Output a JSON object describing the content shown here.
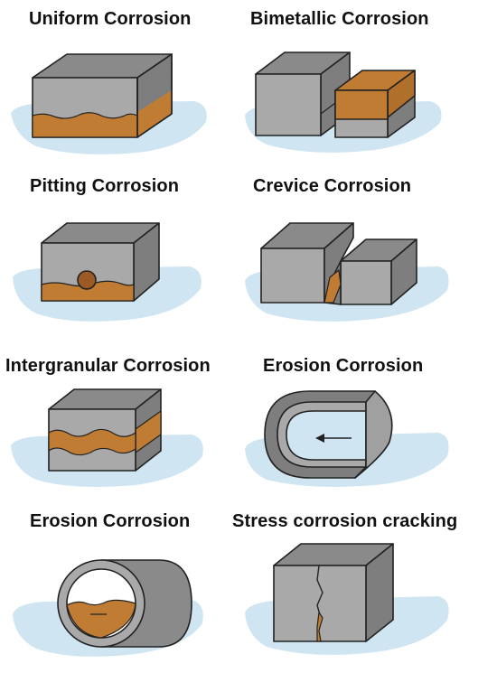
{
  "panels": [
    {
      "title": "Uniform Corrosion",
      "icon": "uniform-corrosion-block"
    },
    {
      "title": "Bimetallic Corrosion",
      "icon": "bimetallic-corrosion-blocks"
    },
    {
      "title": "Pitting Corrosion",
      "icon": "pitting-corrosion-block"
    },
    {
      "title": "Crevice Corrosion",
      "icon": "crevice-corrosion-blocks"
    },
    {
      "title": "Intergranular Corrosion",
      "icon": "intergranular-corrosion-block"
    },
    {
      "title": "Erosion Corrosion",
      "icon": "erosion-corrosion-bend"
    },
    {
      "title": "Erosion Corrosion",
      "icon": "erosion-corrosion-pipe"
    },
    {
      "title": "Stress corrosion cracking",
      "icon": "stress-corrosion-crack-block"
    }
  ],
  "colors": {
    "metal_front": "#a9a9a9",
    "metal_top": "#8a8a8a",
    "metal_side": "#7e7e7e",
    "rust": "#c07c33",
    "water": "#cfe6f2",
    "outline": "#222222"
  }
}
